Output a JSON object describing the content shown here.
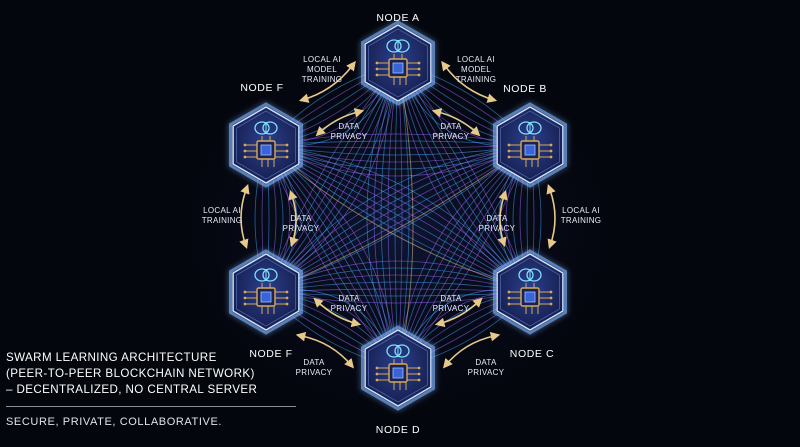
{
  "nodes": [
    {
      "id": "a",
      "label": "NODE A"
    },
    {
      "id": "b",
      "label": "NODE B"
    },
    {
      "id": "c",
      "label": "NODE C"
    },
    {
      "id": "d",
      "label": "NODE D"
    },
    {
      "id": "e",
      "label": "NODE F"
    },
    {
      "id": "f",
      "label": "NODE F"
    }
  ],
  "edge_labels": {
    "local_training": [
      "LOCAL AI",
      "MODEL",
      "TRAINING"
    ],
    "local_training_short": [
      "LOCAL AI",
      "TRAINING"
    ],
    "data_privacy": [
      "DATA",
      "PRIVACY"
    ]
  },
  "caption": {
    "title_lines": [
      "SWARM LEARNING ARCHITECTURE",
      "(PEER-TO-PEER BLOCKCHAIN NETWORK)",
      "– DECENTRALIZED, NO CENTRAL SERVER"
    ],
    "tagline": "SECURE, PRIVATE, COLLABORATIVE."
  },
  "colors": {
    "background": "#04060d",
    "hexagon_fill": "#1d2a66",
    "hexagon_glow": "#7fb3ff",
    "connection_blue": "#3fa9ff",
    "connection_violet": "#9a6bff",
    "arrow_gold": "#e8c98a",
    "chip_gold": "#d6a95a",
    "brain_cyan": "#7fe0ff"
  },
  "icons": [
    "brain-icon",
    "processor-chip-icon",
    "double-arrow-icon"
  ]
}
